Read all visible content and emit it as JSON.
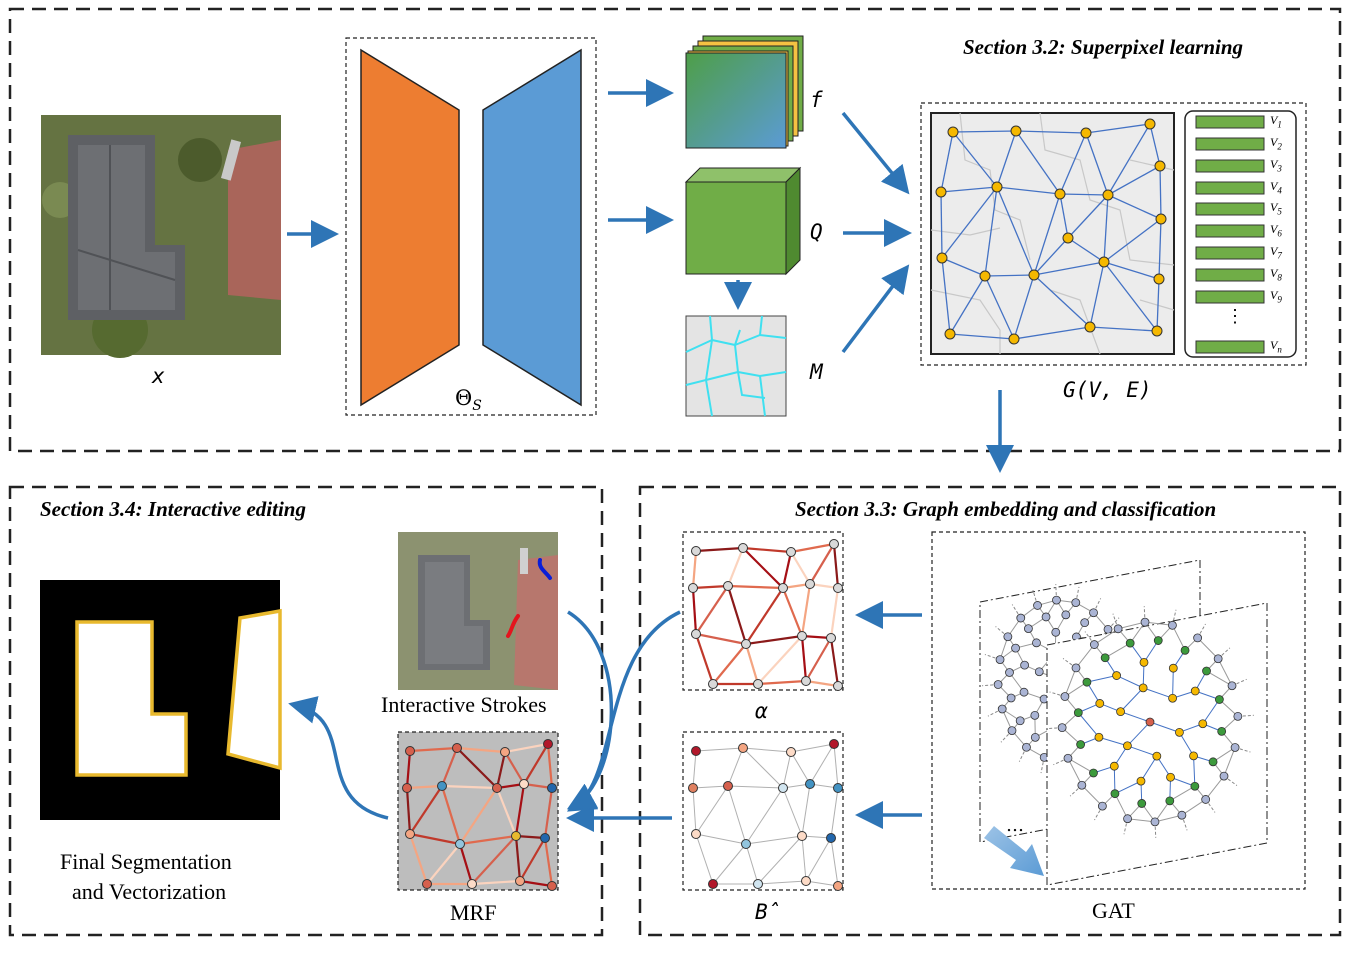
{
  "sections": {
    "superpixel": "Section 3.2: Superpixel learning",
    "interactive": "Section 3.4: Interactive editing",
    "graph": "Section 3.3: Graph embedding and classification"
  },
  "labels": {
    "input": "x",
    "theta": "Θ",
    "theta_sub": "S",
    "f": "f",
    "Q": "Q",
    "M": "M",
    "graph": "G(V, E)",
    "alpha": "α",
    "bhat": "B̂",
    "gat": "GAT",
    "mrf": "MRF",
    "strokes": "Interactive Strokes",
    "final_line1": "Final Segmentation",
    "final_line2": "and Vectorization"
  },
  "node_features": [
    "V1",
    "V2",
    "V3",
    "V4",
    "V5",
    "V6",
    "V7",
    "V8",
    "V9",
    "Vn"
  ],
  "node_feature_ellipsis": "⋮",
  "gat_ellipsis": "…",
  "colors": {
    "encoder": "#ED7D31",
    "decoder": "#5B9BD5",
    "arrow": "#2E75B6",
    "feature_green": "#70AD47",
    "node_yellow": "#F5B800",
    "edge_blue": "#4472C4",
    "boundary": "#E8B92E"
  }
}
